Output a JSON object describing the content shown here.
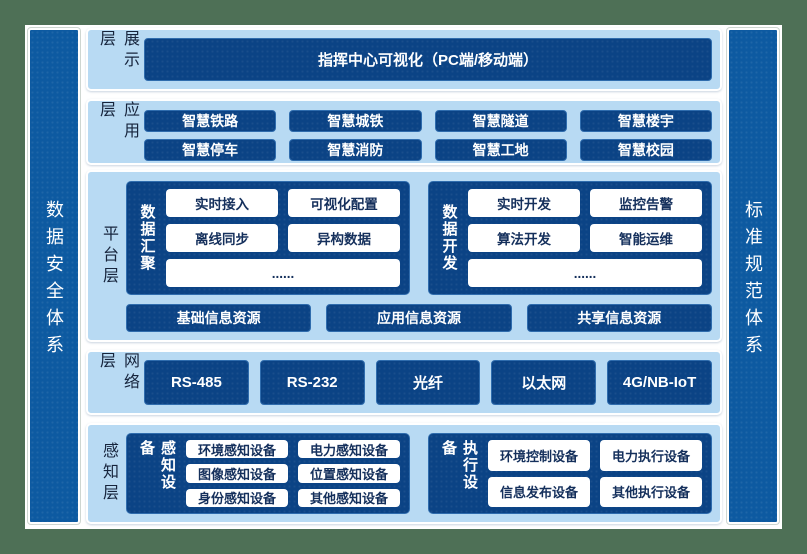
{
  "colors": {
    "background_green": "#4e7056",
    "panel_light_blue": "#b8daf3",
    "box_navy": "#0b4385",
    "pillar_blue": "#0d5aa1",
    "white_box_text": "#15305c"
  },
  "left_pillar": {
    "label": "数据安全体系"
  },
  "right_pillar": {
    "label": "标准规范体系"
  },
  "layers": {
    "display": {
      "label": "展示层",
      "box": "指挥中心可视化（PC端/移动端）"
    },
    "application": {
      "label": "应用层",
      "rows": [
        [
          "智慧铁路",
          "智慧城铁",
          "智慧隧道",
          "智慧楼宇"
        ],
        [
          "智慧停车",
          "智慧消防",
          "智慧工地",
          "智慧校园"
        ]
      ]
    },
    "platform": {
      "label": "平台层",
      "groups": [
        {
          "label": "数据汇聚",
          "items": [
            "实时接入",
            "可视化配置",
            "离线同步",
            "异构数据"
          ],
          "more": "......"
        },
        {
          "label": "数据开发",
          "items": [
            "实时开发",
            "监控告警",
            "算法开发",
            "智能运维"
          ],
          "more": "......"
        }
      ],
      "resources": [
        "基础信息资源",
        "应用信息资源",
        "共享信息资源"
      ]
    },
    "network": {
      "label": "网络层",
      "items": [
        "RS-485",
        "RS-232",
        "光纤",
        "以太网",
        "4G/NB-IoT"
      ]
    },
    "perception": {
      "label": "感知层",
      "groups": [
        {
          "label": "感知设备",
          "items": [
            "环境感知设备",
            "电力感知设备",
            "图像感知设备",
            "位置感知设备",
            "身份感知设备",
            "其他感知设备"
          ]
        },
        {
          "label": "执行设备",
          "items": [
            "环境控制设备",
            "电力执行设备",
            "信息发布设备",
            "其他执行设备"
          ]
        }
      ]
    }
  }
}
